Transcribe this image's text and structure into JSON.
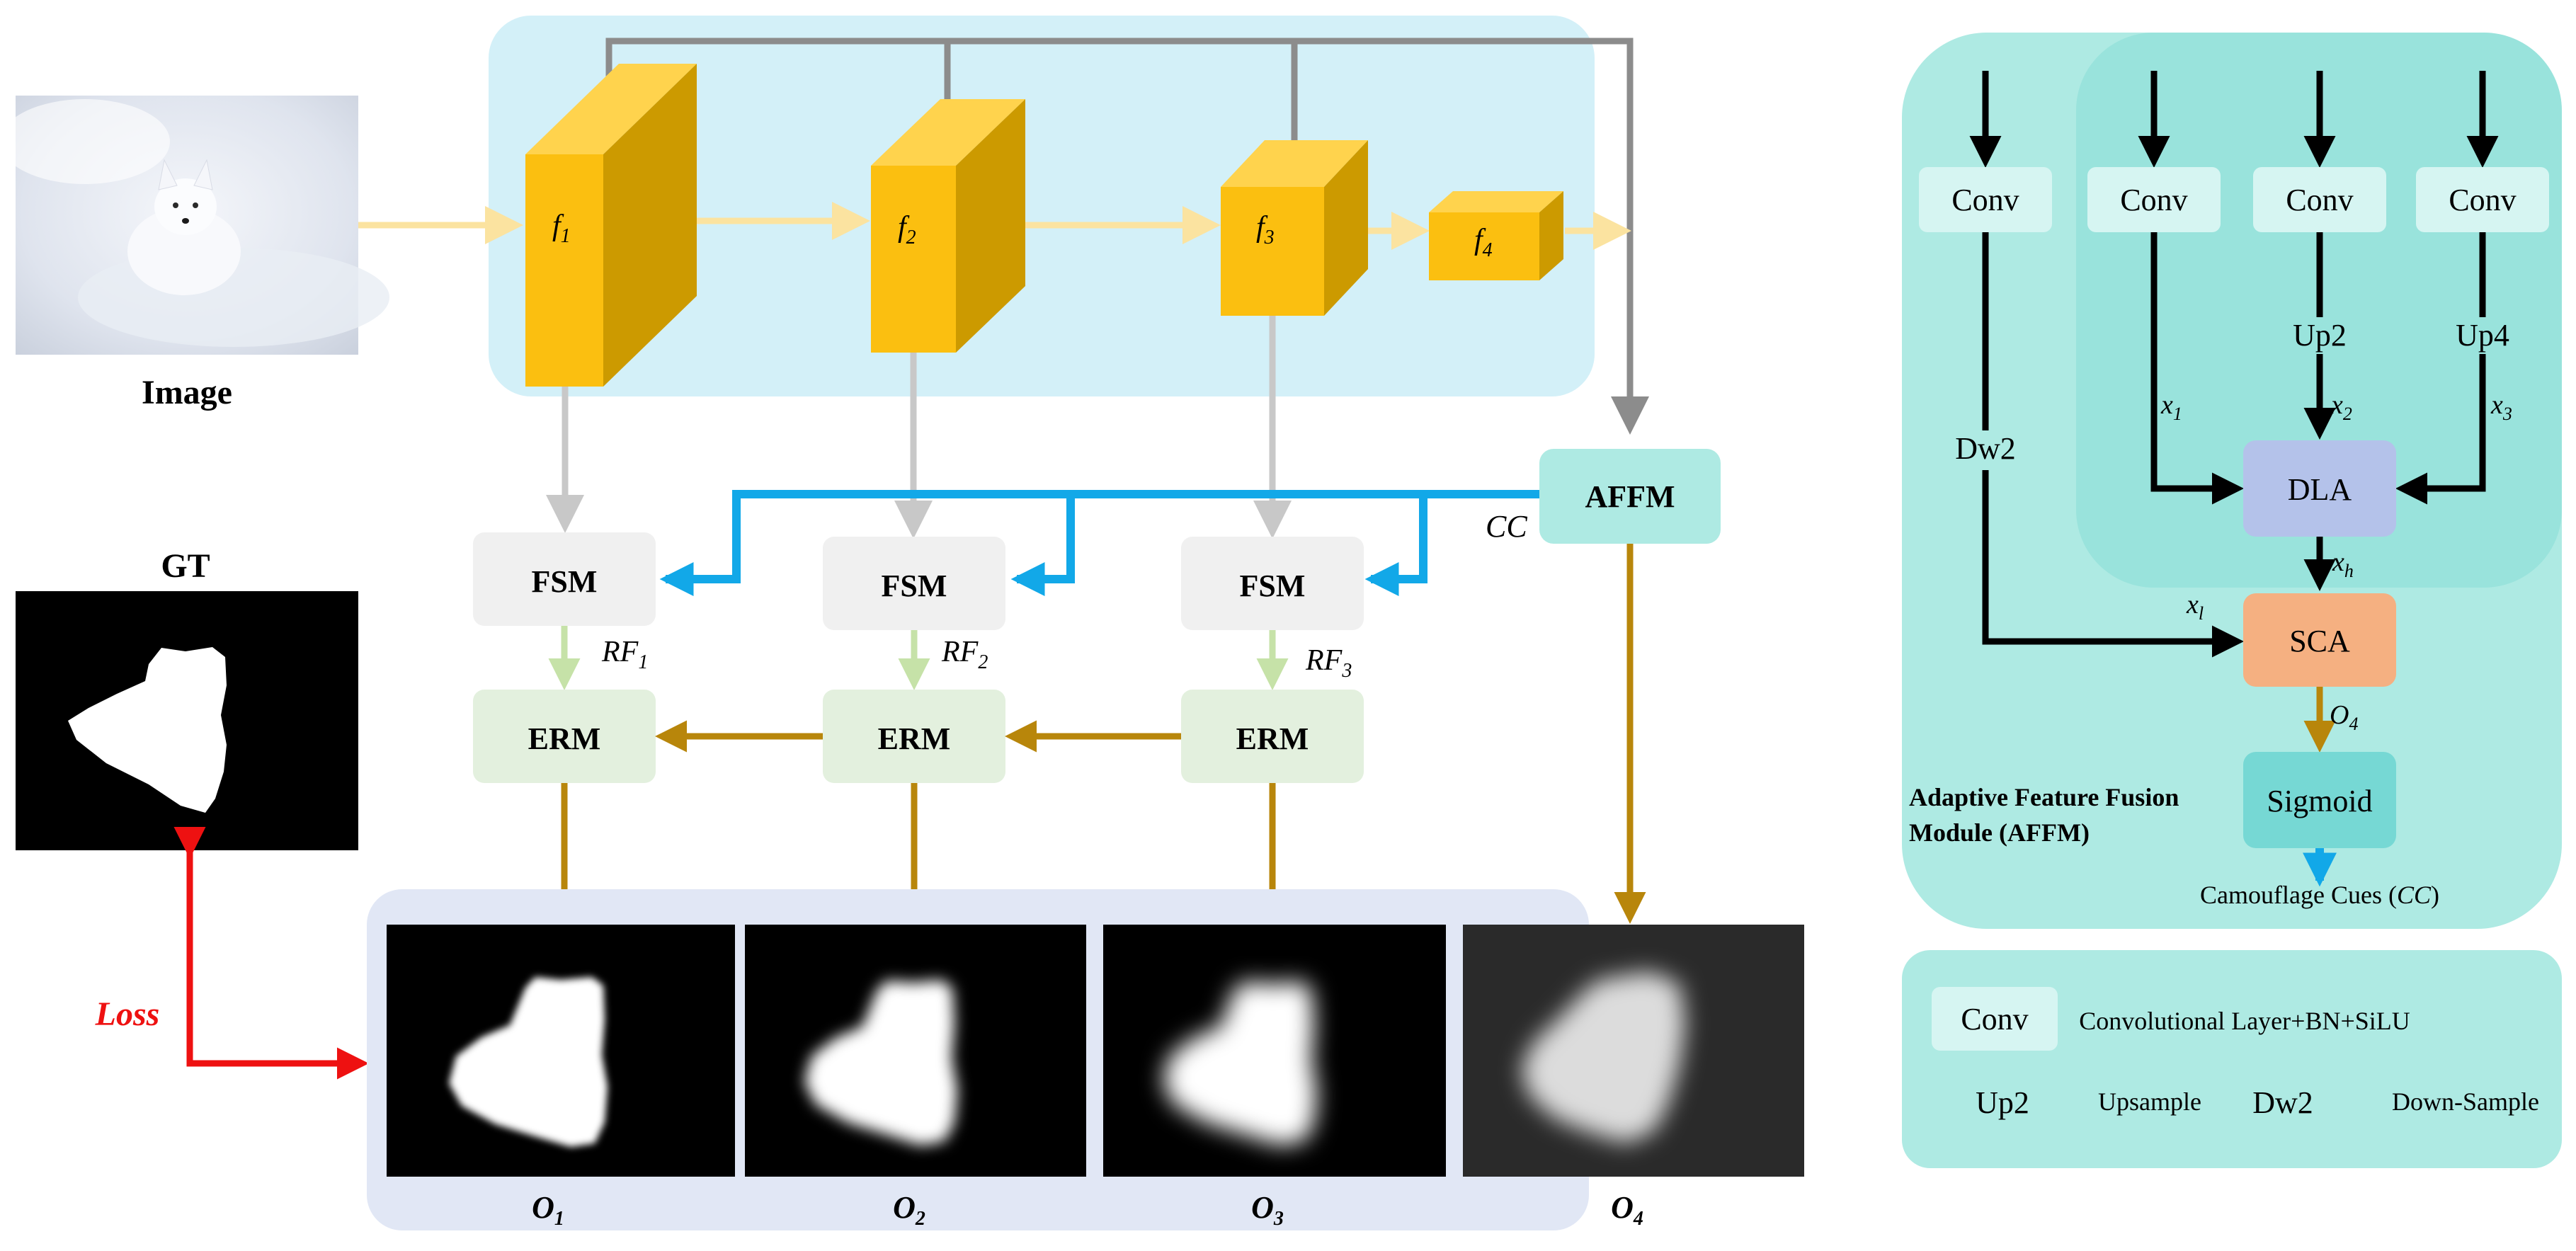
{
  "labels": {
    "image": "Image",
    "gt": "GT",
    "loss": "Loss",
    "affm": "AFFM",
    "cc": "CC",
    "fsm": "FSM",
    "erm": "ERM",
    "rf_base": "RF",
    "rf_subs": [
      "1",
      "2",
      "3"
    ],
    "f_base": "f",
    "f_subs": [
      "1",
      "2",
      "3",
      "4"
    ],
    "o_base": "O",
    "o_subs": [
      "1",
      "2",
      "3",
      "4"
    ]
  },
  "affm_module": {
    "conv": "Conv",
    "up2": "Up2",
    "up4": "Up4",
    "dw2": "Dw2",
    "dla": "DLA",
    "sca": "SCA",
    "sigmoid": "Sigmoid",
    "x_base": "x",
    "x_subs": [
      "1",
      "2",
      "3",
      "h",
      "l"
    ],
    "o4_base": "O",
    "o4_sub": "4",
    "title_line1": "Adaptive Feature Fusion",
    "title_line2": "Module (AFFM)",
    "output_prefix": "Camouflage Cues (",
    "output_cc": "CC",
    "output_suffix": ")"
  },
  "legend": {
    "conv_key": "Conv",
    "conv_desc": "Convolutional Layer+BN+SiLU",
    "up2_key": "Up2",
    "up2_desc": "Upsample",
    "dw2_key": "Dw2",
    "dw2_desc": "Down-Sample"
  },
  "colors": {
    "encoder_bg": "#d3f0f8",
    "affm_bg": "#aeeae3",
    "affm_inner": "#99e3dc",
    "feature_front": "#fbbf10",
    "feature_side": "#cc9a00",
    "feature_top": "#ffd34d",
    "flow_yellow": "#fbe3a0",
    "skip_gray": "#8c8c8c",
    "down_gray": "#c8c8c8",
    "cue_blue": "#12a8e8",
    "gold": "#b8860b",
    "fsm_fill": "#f0f0f0",
    "erm_fill": "#e3f0de",
    "light_green": "#c6e2a8",
    "output_bg": "#e1e7f5",
    "dla_fill": "#b4c2ea",
    "sca_fill": "#f5b081",
    "sigmoid_fill": "#76d8d4",
    "loss_red": "#ee1111"
  }
}
